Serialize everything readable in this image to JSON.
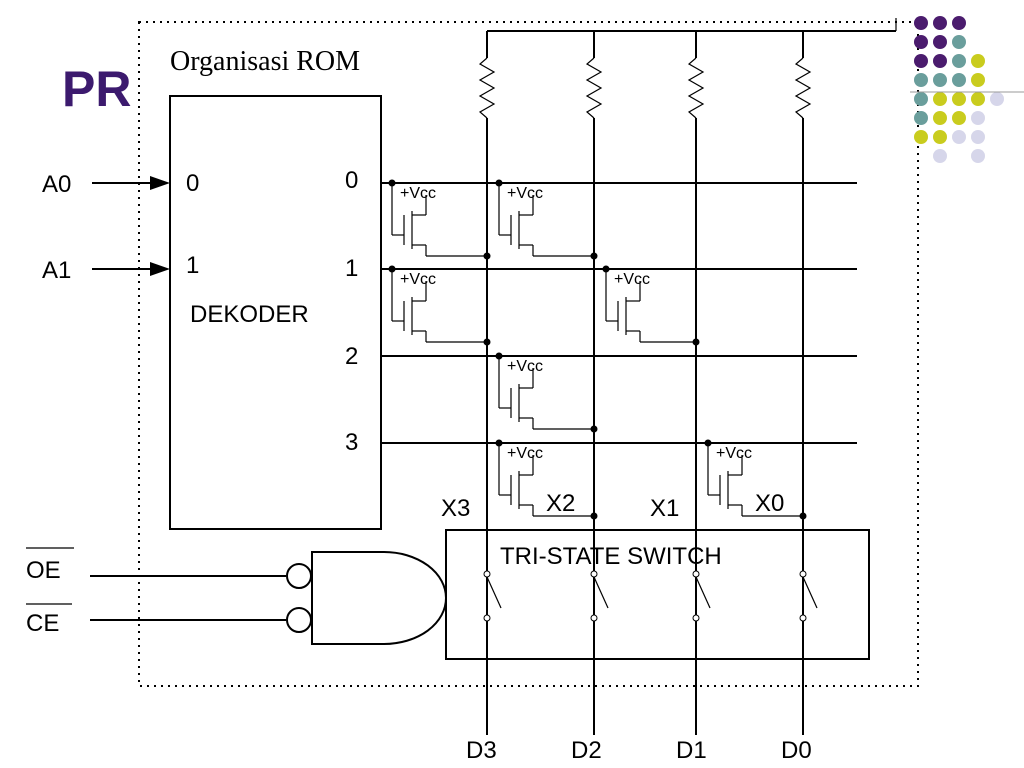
{
  "slide": {
    "title_fragment": "PR",
    "diagram_title": "Organisasi ROM",
    "colors": {
      "title": "#3c1a6e",
      "dot_purple": "#4b1c6e",
      "dot_teal": "#6a9e9c",
      "dot_yellow": "#c9cc1e",
      "dot_lavender": "#d6d6ea"
    }
  },
  "decoder": {
    "label": "DEKODER",
    "inputs": [
      "0",
      "1"
    ],
    "outputs": [
      "0",
      "1",
      "2",
      "3"
    ]
  },
  "address_inputs": [
    "A0",
    "A1"
  ],
  "control_inputs": [
    {
      "label": "OE",
      "overline": true
    },
    {
      "label": "CE",
      "overline": true
    }
  ],
  "columns": [
    "X3",
    "X2",
    "X1",
    "X0"
  ],
  "outputs": [
    "D3",
    "D2",
    "D1",
    "D0"
  ],
  "tri_state": {
    "label": "TRI-STATE SWITCH"
  },
  "transistor_label": "+Vcc",
  "cells": [
    {
      "row": 0,
      "col": 0
    },
    {
      "row": 0,
      "col": 1
    },
    {
      "row": 1,
      "col": 0
    },
    {
      "row": 1,
      "col": 2
    },
    {
      "row": 2,
      "col": 1
    },
    {
      "row": 3,
      "col": 1
    },
    {
      "row": 3,
      "col": 3
    }
  ]
}
